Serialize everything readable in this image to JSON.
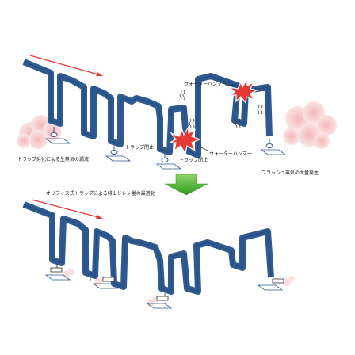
{
  "top_diagram": {
    "labels": {
      "water_hammer_1": "ウォーターハンマー",
      "water_hammer_2": "ウォーターハンマー",
      "trap_closed_1": "トラップ閉止",
      "trap_closed_2": "トラップ閉止",
      "steam_leak": "トラップ劣化による生蒸気の漏洩",
      "flash_steam": "フラッシュ蒸気の大量発生"
    }
  },
  "bottom_diagram": {
    "labels": {
      "orifice_optimization": "オリフィス式トラップによる排出ドレン量の最適化"
    }
  },
  "colors": {
    "pipe": "#2e5a91",
    "flow_arrow": "#e53935",
    "transition_arrow": "#4caf2a",
    "steam_cloud": "#f7c9c9",
    "burst": "#e53935"
  }
}
